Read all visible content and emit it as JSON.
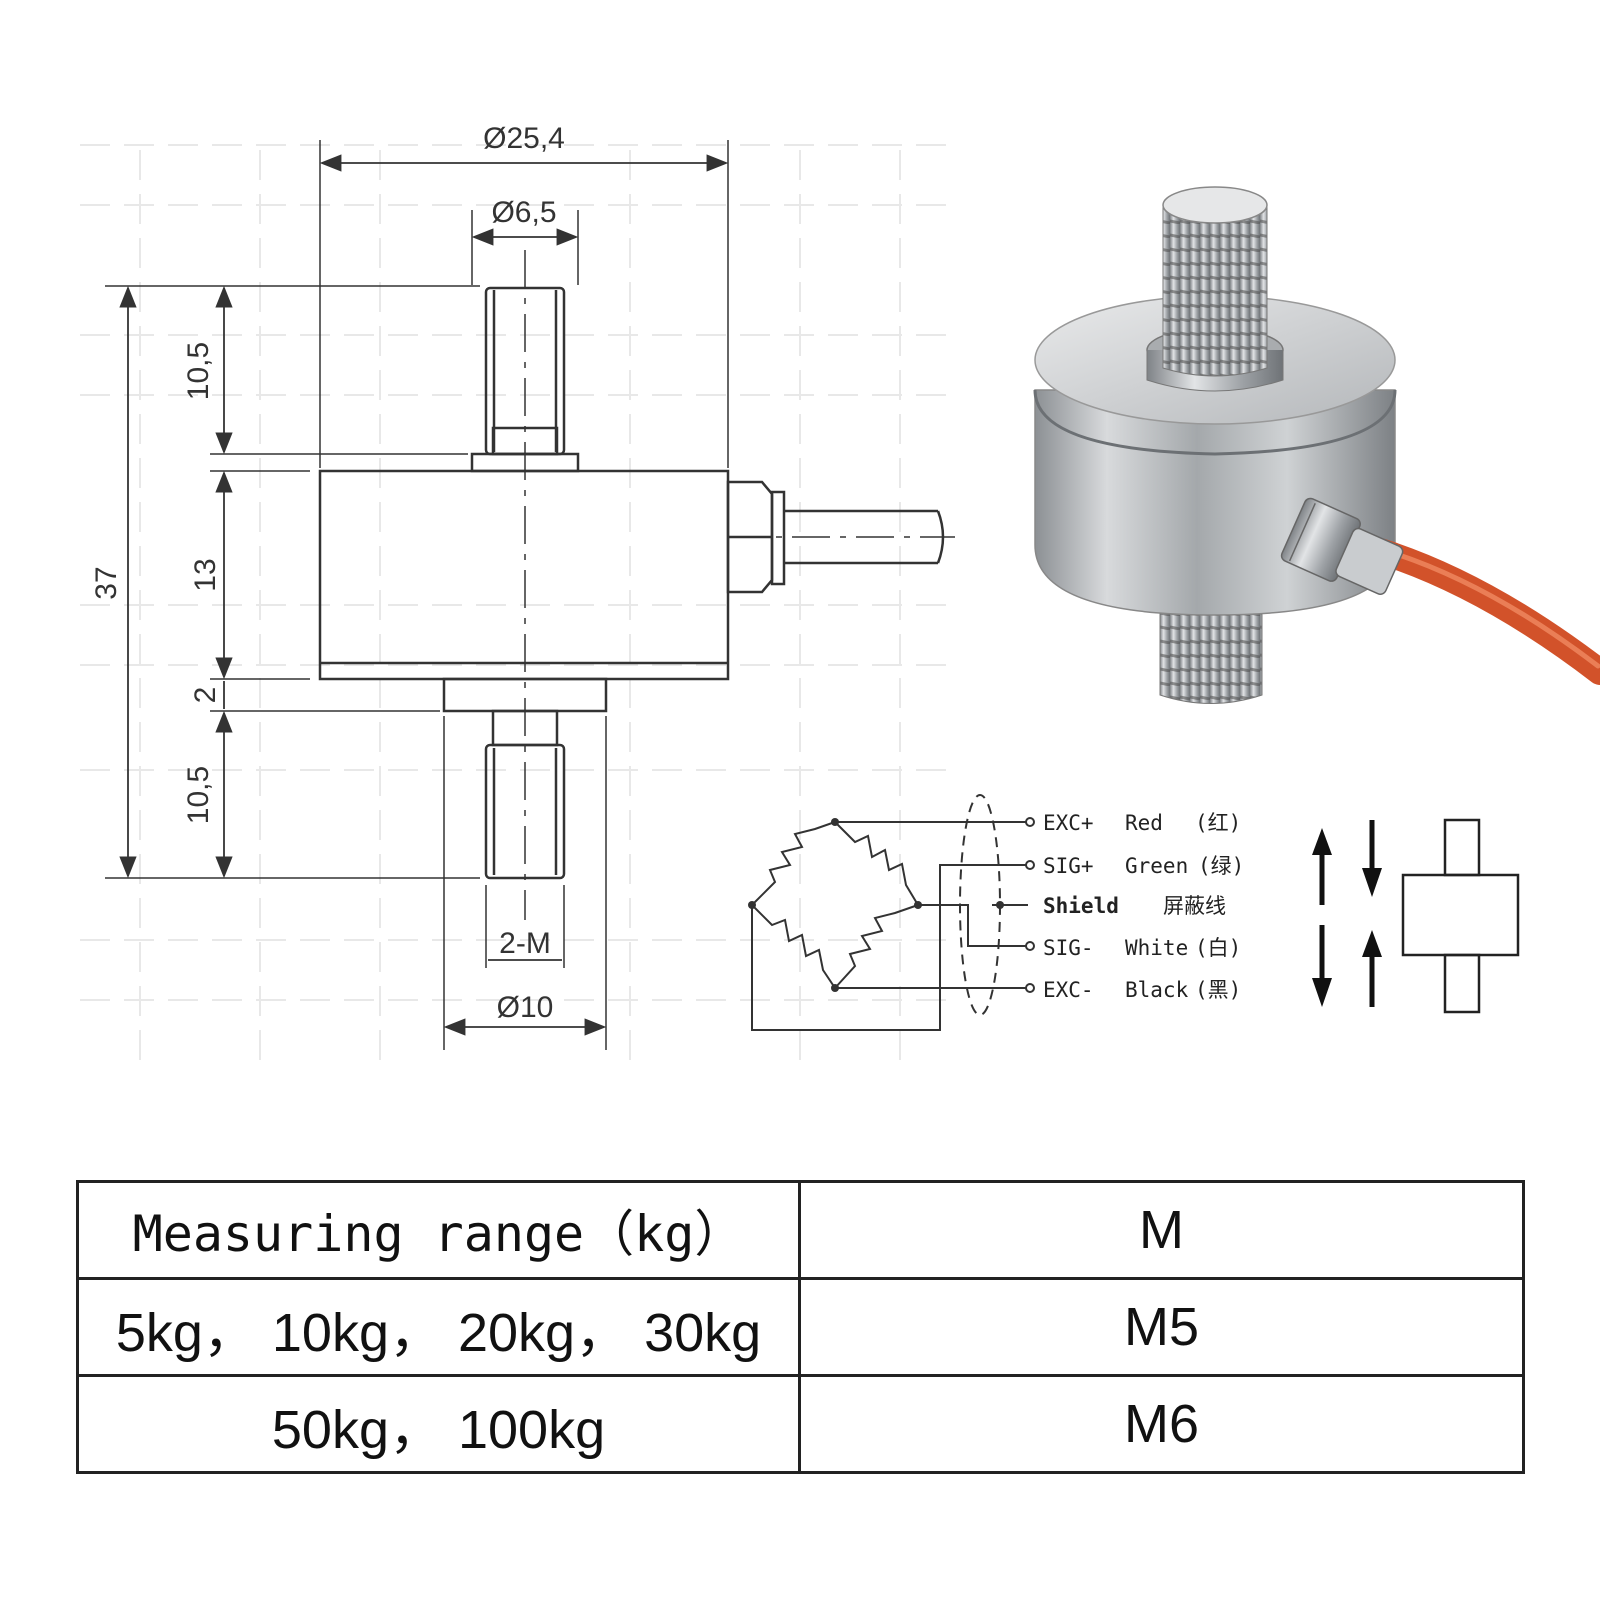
{
  "dimensions": {
    "diameter_body": "Ø25,4",
    "diameter_top_stud": "Ø6,5",
    "diameter_bottom_base": "Ø10",
    "top_stud_length": "10,5",
    "total_height": "37",
    "body_height": "13",
    "base_height": "2",
    "bottom_stud_length": "10,5",
    "thread_label": "2-M"
  },
  "wiring": [
    {
      "code": "EXC+",
      "color": "Red",
      "cn": "(红)"
    },
    {
      "code": "SIG+",
      "color": "Green",
      "cn": "(绿)"
    },
    {
      "code": "Shield",
      "color": "",
      "cn": "屏蔽线"
    },
    {
      "code": "SIG-",
      "color": "White",
      "cn": "(白)"
    },
    {
      "code": "EXC-",
      "color": "Black",
      "cn": "(黑)"
    }
  ],
  "table": {
    "header": {
      "range": "Measuring range（kg）",
      "thread": "M"
    },
    "rows": [
      {
        "range": "5kg， 10kg， 20kg， 30kg",
        "thread": "M5"
      },
      {
        "range": "50kg， 100kg",
        "thread": "M6"
      }
    ]
  },
  "colors": {
    "line": "#333333",
    "cable": "#d2522a",
    "steel": "#b9bcbf"
  }
}
